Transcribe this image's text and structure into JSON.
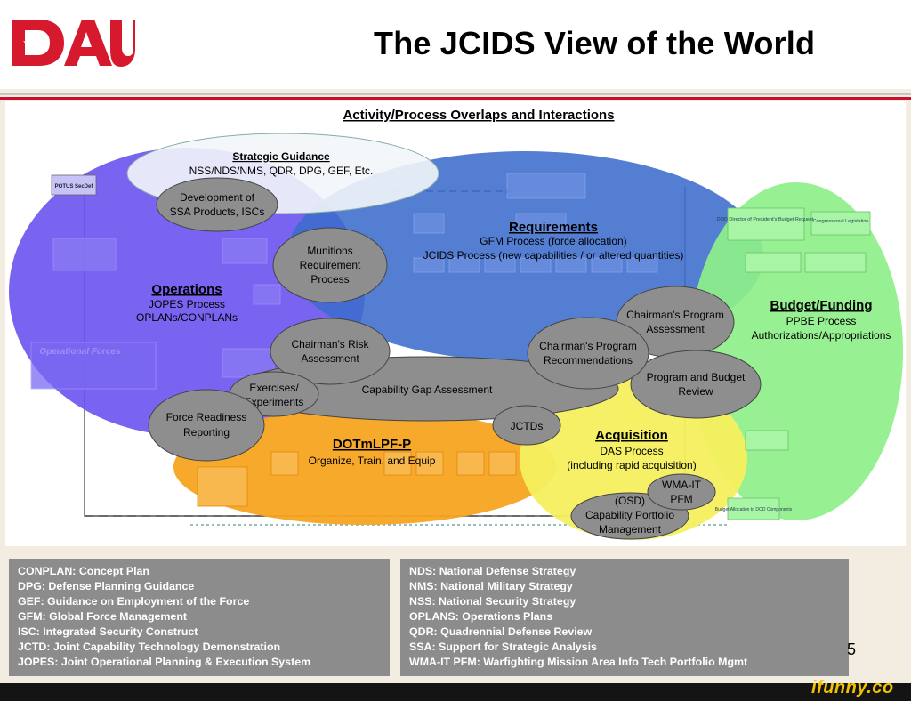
{
  "title": "The JCIDS View of the World",
  "logo_text": "DAU",
  "subtitle": "Activity/Process Overlaps and Interactions",
  "colors": {
    "accent_red": "#c8102e",
    "operations": "#6d55f0",
    "requirements": "#3f6fd0",
    "budget": "#8ff08c",
    "dotmlpf": "#f7a622",
    "acquisition": "#f5f061",
    "gray_bubble": "#8f8f8f",
    "strategic": "#f0f4f8"
  },
  "diagram": {
    "strategic": {
      "heading": "Strategic Guidance",
      "text": "NSS/NDS/NMS, QDR, DPG, GEF, Etc."
    },
    "operations": {
      "heading": "Operations",
      "line1": "JOPES Process",
      "line2": "OPLANs/CONPLANs"
    },
    "requirements": {
      "heading": "Requirements",
      "line1": "GFM Process (force allocation)",
      "line2": "JCIDS Process (new capabilities / or altered quantities)"
    },
    "budget": {
      "heading": "Budget/Funding",
      "line1": "PPBE Process",
      "line2": "Authorizations/Appropriations"
    },
    "dotmlpf": {
      "heading": "DOTmLPF-P",
      "line1": "Organize, Train, and Equip"
    },
    "acquisition": {
      "heading": "Acquisition",
      "line1": "DAS Process",
      "line2": "(including rapid acquisition)"
    },
    "bubbles": {
      "dev_ssa": [
        "Development of",
        "SSA Products, ISCs"
      ],
      "munitions": [
        "Munitions",
        "Requirement",
        "Process"
      ],
      "risk": [
        "Chairman's Risk",
        "Assessment"
      ],
      "exercises": [
        "Exercises/",
        "Experiments"
      ],
      "force_readiness": [
        "Force Readiness",
        "Reporting"
      ],
      "gap": "Capability Gap Assessment",
      "cpa": [
        "Chairman's Program",
        "Assessment"
      ],
      "cpr": [
        "Chairman's Program",
        "Recommendations"
      ],
      "pbr": [
        "Program and Budget",
        "Review"
      ],
      "jctds": "JCTDs",
      "wma": [
        "WMA-IT",
        "PFM"
      ],
      "cpm": [
        "(OSD)",
        "Capability Portfolio",
        "Management"
      ]
    },
    "small": {
      "potus": "POTUS SecDef",
      "operational_forces": "Operational Forces",
      "dod_director": "DOD Director of President's Budget Request",
      "congressional": "Congressional Legislation",
      "budget_dod": "Budget Allocation to DOD Components"
    }
  },
  "glossary_left": [
    "CONPLAN:  Concept Plan",
    "DPG:  Defense Planning Guidance",
    "GEF:  Guidance on Employment of the Force",
    "GFM:  Global Force Management",
    "ISC:  Integrated Security Construct",
    "JCTD:  Joint Capability Technology Demonstration",
    "JOPES:  Joint Operational Planning & Execution System"
  ],
  "glossary_right": [
    "NDS:  National Defense Strategy",
    "NMS:  National Military Strategy",
    "NSS:  National Security Strategy",
    "OPLANS:  Operations Plans",
    "QDR:  Quadrennial Defense Review",
    "SSA:  Support for Strategic Analysis",
    "WMA-IT PFM:  Warfighting Mission Area Info Tech Portfolio Mgmt"
  ],
  "page_number": "5",
  "watermark": "ifunny.co"
}
